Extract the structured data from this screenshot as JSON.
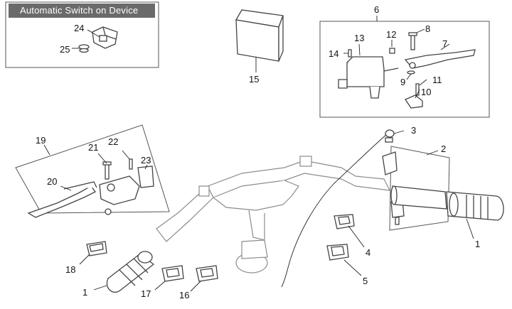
{
  "inset": {
    "title": "Automatic Switch on Device"
  },
  "callouts": {
    "c1a": "1",
    "c1b": "1",
    "c2": "2",
    "c3": "3",
    "c4": "4",
    "c5": "5",
    "c6": "6",
    "c7": "7",
    "c8": "8",
    "c9": "9",
    "c10": "10",
    "c11": "11",
    "c12": "12",
    "c13": "13",
    "c14": "14",
    "c15": "15",
    "c16": "16",
    "c17": "17",
    "c18": "18",
    "c19": "19",
    "c20": "20",
    "c21": "21",
    "c22": "22",
    "c23": "23",
    "c24": "24",
    "c25": "25"
  }
}
